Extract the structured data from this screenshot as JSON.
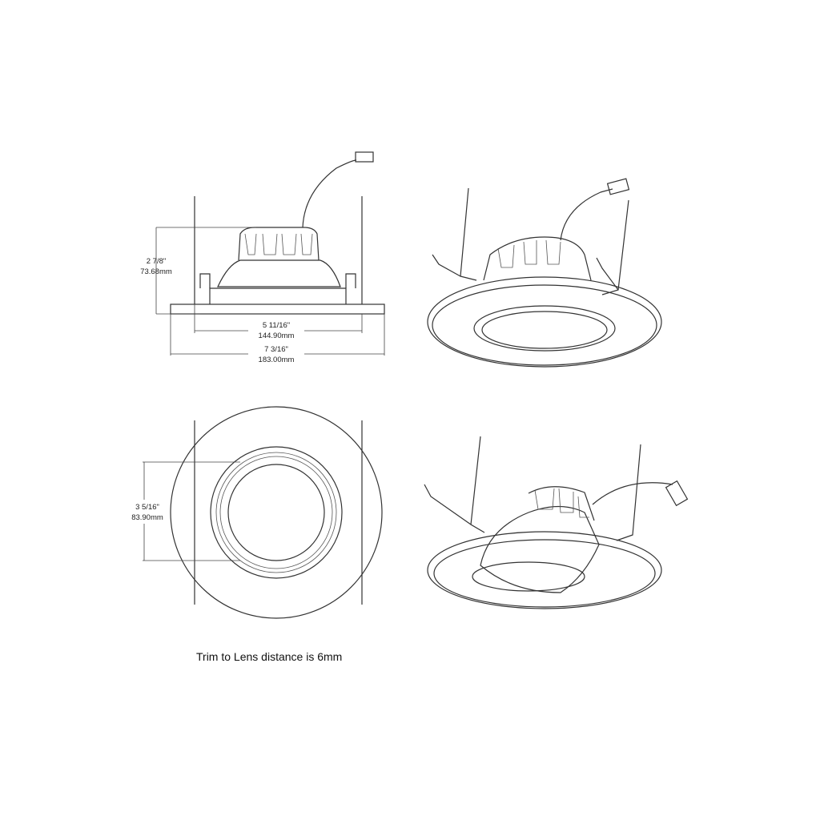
{
  "dimensions": {
    "height": {
      "imperial": "2 7/8\"",
      "metric": "73.68mm"
    },
    "cutout": {
      "imperial": "5 11/16\"",
      "metric": "144.90mm"
    },
    "trim": {
      "imperial": "7 3/16\"",
      "metric": "183.00mm"
    },
    "lens": {
      "imperial": "3 5/16\"",
      "metric": "83.90mm"
    }
  },
  "caption": "Trim to Lens distance is  6mm",
  "colors": {
    "line": "#333333",
    "background": "#ffffff"
  }
}
